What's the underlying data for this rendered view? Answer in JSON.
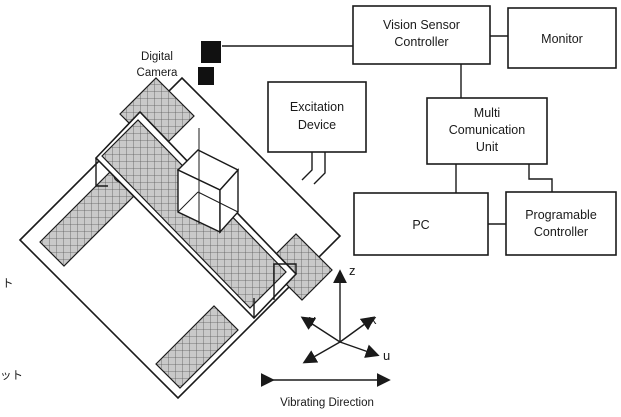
{
  "blocks": {
    "vision_sensor_controller": [
      "Vision Sensor",
      "Controller"
    ],
    "monitor": [
      "Monitor"
    ],
    "multi_communication_unit": [
      "Multi",
      "Comunication",
      "Unit"
    ],
    "pc": [
      "PC"
    ],
    "programable_controller": [
      "Programable",
      "Controller"
    ],
    "excitation_device": [
      "Excitation",
      "Device"
    ]
  },
  "labels": {
    "digital_camera": [
      "Digital",
      "Camera"
    ],
    "vibrating_direction": "Vibrating Direction",
    "edge_fragment_1": "ト",
    "edge_fragment_2": "ット"
  },
  "axes": {
    "z": "z",
    "x": "x",
    "y": "y",
    "u": "u"
  }
}
